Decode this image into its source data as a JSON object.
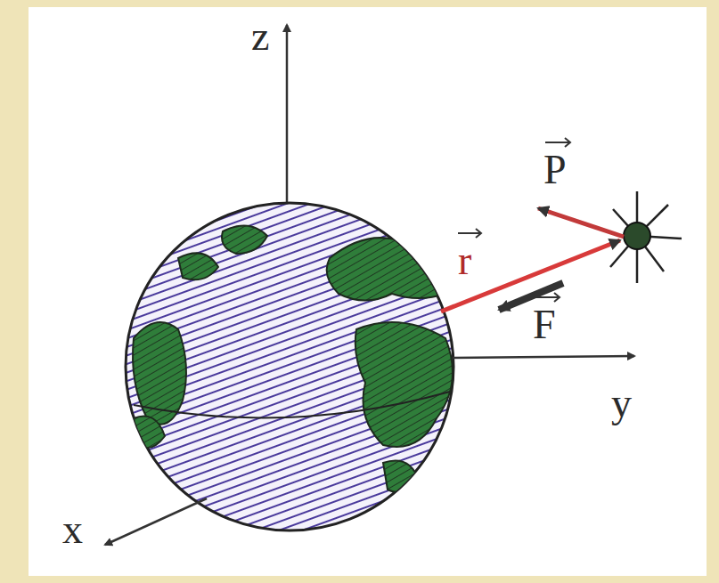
{
  "diagram": {
    "labels": [
      "z",
      "P",
      "r",
      "F",
      "y",
      "x"
    ]
  }
}
